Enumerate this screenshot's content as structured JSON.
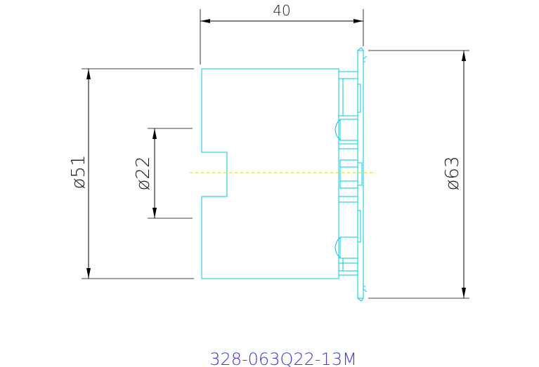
{
  "part_number": "328-063Q22-13M",
  "dimensions": {
    "length": "40",
    "outer_diameter": "ø51",
    "bore_diameter": "ø22",
    "flange_diameter": "ø63"
  },
  "colors": {
    "part_outline": "#00c8e6",
    "centerline": "#e8e000",
    "dimension": "#000000",
    "label": "#3a3ad8"
  }
}
